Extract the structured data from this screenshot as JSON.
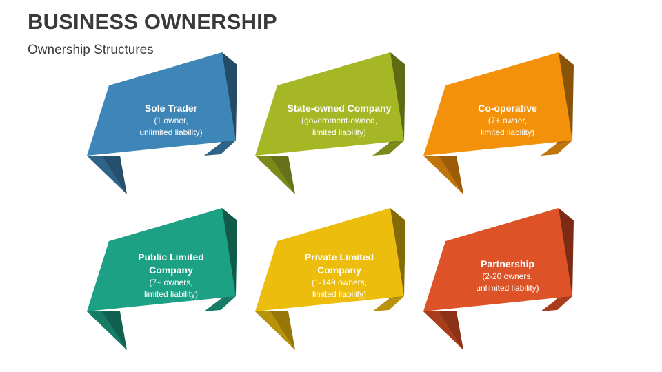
{
  "header": {
    "title": "BUSINESS OWNERSHIP",
    "subtitle": "Ownership Structures"
  },
  "boxes": [
    {
      "title": "Sole Trader",
      "desc": [
        "(1 owner,",
        "unlimited liability)"
      ],
      "front": "#3f86b8",
      "side": "#244b68",
      "fold": "#2e6388",
      "tail": "#264f6e"
    },
    {
      "title": "State-owned Company",
      "desc": [
        "(government-owned,",
        "limited liability)"
      ],
      "front": "#a6b726",
      "side": "#5f6b12",
      "fold": "#7c8a1c",
      "tail": "#65721a"
    },
    {
      "title": "Co-operative",
      "desc": [
        "(7+ owner,",
        "limited liability)"
      ],
      "front": "#f3920a",
      "side": "#8a530a",
      "fold": "#c0740c",
      "tail": "#9c5c08"
    },
    {
      "title": "Public Limited Company",
      "desc": [
        "(7+ owners,",
        "limited liability)"
      ],
      "front": "#1da184",
      "side": "#0f5a49",
      "fold": "#167c66",
      "tail": "#116050"
    },
    {
      "title": "Private Limited Company",
      "desc": [
        "(1-149 owners,",
        "limited liability)"
      ],
      "front": "#ecbd0d",
      "side": "#856a08",
      "fold": "#b8920b",
      "tail": "#967708"
    },
    {
      "title": "Partnership",
      "desc": [
        "(2-20 owners,",
        "unlimited liability)"
      ],
      "front": "#dd5227",
      "side": "#7c2c14",
      "fold": "#a83d1c",
      "tail": "#8c3217"
    }
  ]
}
